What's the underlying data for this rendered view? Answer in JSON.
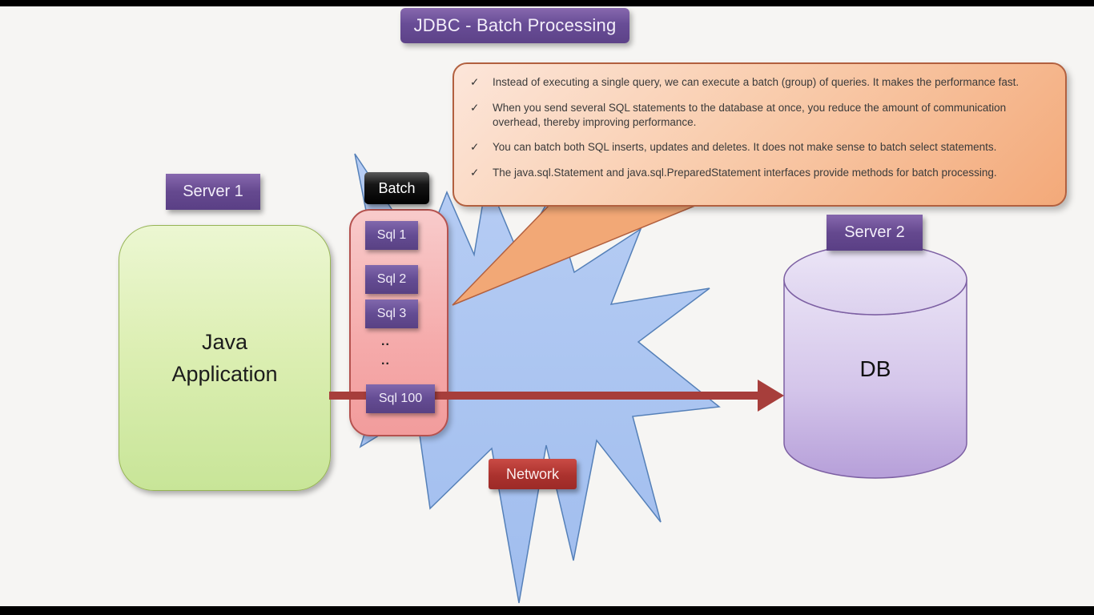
{
  "title": "JDBC - Batch Processing",
  "callout": {
    "bullet_icon": "✓",
    "bullets": [
      "Instead of executing a single query, we can execute a batch (group) of queries. It makes the performance fast.",
      "When you send several SQL statements to the database at once, you reduce the amount of communication overhead, thereby improving performance.",
      "You can batch both SQL inserts, updates and deletes. It does not make sense to batch select statements.",
      "The java.sql.Statement and java.sql.PreparedStatement interfaces provide methods for batch processing."
    ]
  },
  "server1": {
    "label": "Server 1",
    "app_label": "Java Application"
  },
  "batch": {
    "label": "Batch",
    "items": [
      "Sql 1",
      "Sql 2",
      "Sql 3"
    ],
    "dots": [
      "..",
      ".."
    ],
    "last_item": "Sql 100"
  },
  "network": {
    "label": "Network"
  },
  "server2": {
    "label": "Server 2",
    "db_label": "DB"
  },
  "colors": {
    "title_purple": "#684d96",
    "app_green": "#ddefb4",
    "batch_pink": "#f5aaaa",
    "sql_purple": "#644c93",
    "network_red": "#ab322e",
    "starburst_blue": "#aac4f0",
    "callout_orange": "#f6bb92",
    "arrow_red": "#a73e3b",
    "db_lavender": "#cdbce4"
  }
}
